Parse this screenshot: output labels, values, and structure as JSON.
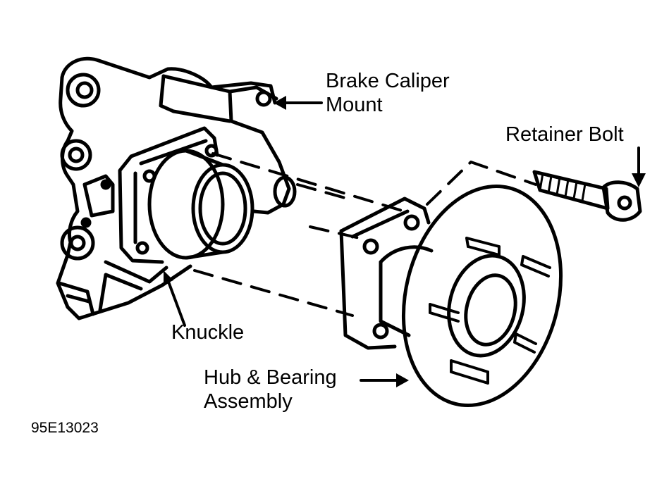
{
  "labels": {
    "caliper_mount_line1": "Brake Caliper",
    "caliper_mount_line2": "Mount",
    "retainer_bolt": "Retainer Bolt",
    "knuckle": "Knuckle",
    "hub_line1": "Hub & Bearing",
    "hub_line2": "Assembly"
  },
  "figure_code": "95E13023",
  "colors": {
    "ink": "#000000",
    "paper": "#ffffff"
  }
}
